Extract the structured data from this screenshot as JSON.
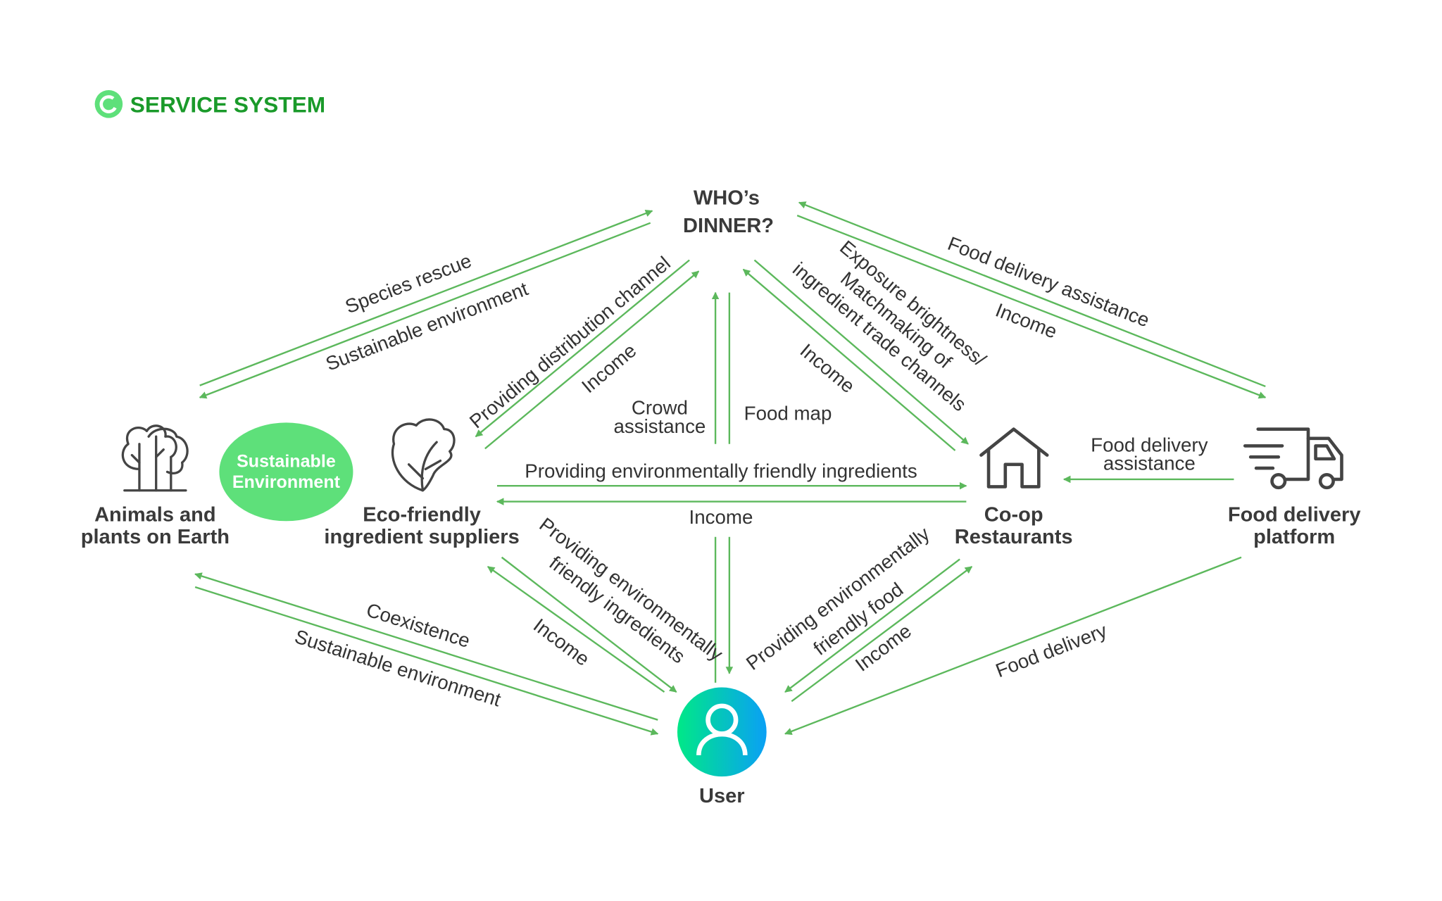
{
  "header": {
    "title": "SERVICE SYSTEM",
    "icon": "refresh-circle-icon",
    "color": "#1a9a2a"
  },
  "colors": {
    "arrow": "#5cb85c",
    "sustainable_bubble": "#5ee07a",
    "user_gradient": [
      "#00e887",
      "#0aa0f5"
    ]
  },
  "nodes": {
    "center": {
      "line1": "WHO’s",
      "line2": "DINNER?"
    },
    "animals": {
      "line1": "Animals and",
      "line2": "plants on Earth",
      "icon": "trees-icon"
    },
    "sustainable": {
      "line1": "Sustainable",
      "line2": "Environment"
    },
    "suppliers": {
      "line1": "Eco-friendly",
      "line2": "ingredient suppliers",
      "icon": "lettuce-icon"
    },
    "restaurants": {
      "line1": "Co-op",
      "line2": "Restaurants",
      "icon": "house-icon"
    },
    "platform": {
      "line1": "Food delivery",
      "line2": "platform",
      "icon": "truck-icon"
    },
    "user": {
      "label": "User",
      "icon": "user-icon"
    }
  },
  "flows": {
    "species_rescue": "Species rescue",
    "sustainable_env_top": "Sustainable environment",
    "distribution_channel": "Providing distribution channel",
    "supplier_income_top": "Income",
    "crowd_1": "Crowd",
    "crowd_2": "assistance",
    "food_map": "Food map",
    "restaurant_income_top": "Income",
    "exposure_1": "Exposure brightness/",
    "exposure_2": "Matchmaking of",
    "exposure_3": "ingredient trade channels",
    "delivery_assist_top": "Food delivery assistance",
    "platform_income": "Income",
    "ingredients_to_restaurants": "Providing environmentally friendly ingredients",
    "restaurants_income": "Income",
    "platform_assist_1": "Food delivery",
    "platform_assist_2": "assistance",
    "supplier_user_1": "Providing environmentally",
    "supplier_user_2": "friendly ingredients",
    "user_supplier_income": "Income",
    "restaurant_user_1": "Providing environmentally",
    "restaurant_user_2": "friendly food",
    "user_restaurant_income": "Income",
    "coexistence": "Coexistence",
    "sustainable_env_bottom": "Sustainable environment",
    "food_delivery": "Food delivery"
  }
}
